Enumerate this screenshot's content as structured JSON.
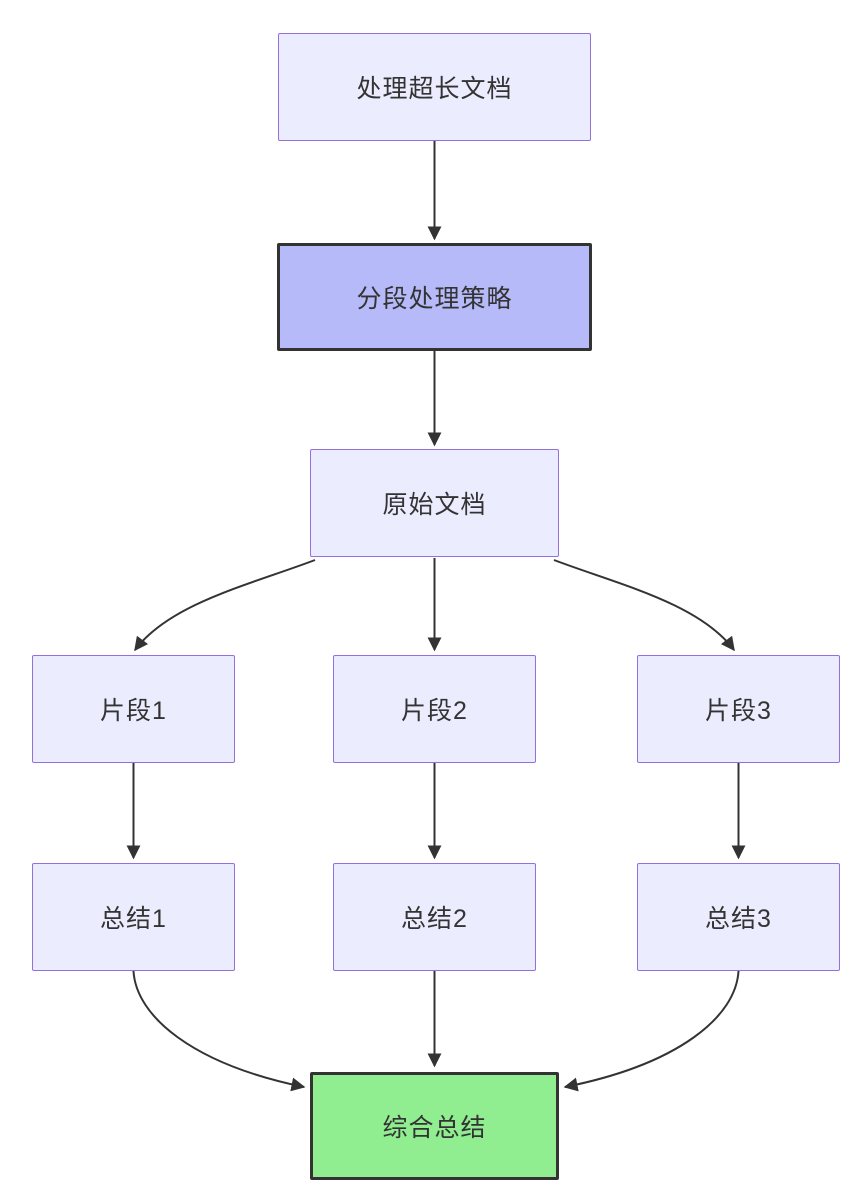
{
  "diagram": {
    "type": "flowchart",
    "direction": "top-down",
    "colors": {
      "canvas-bg": "#FFFFFF",
      "node-fill": "#ECECFF",
      "node-border": "#9370DB",
      "highlight-fill": "#B7BAF8",
      "highlight-border": "#333333",
      "success-fill": "#90EE90",
      "success-border": "#333333",
      "edge": "#333333",
      "text": "#333333"
    },
    "nodes": [
      {
        "id": "task",
        "label": "处理超长文档",
        "style": "default"
      },
      {
        "id": "strategy",
        "label": "分段处理策略",
        "style": "highlight"
      },
      {
        "id": "source",
        "label": "原始文档",
        "style": "default"
      },
      {
        "id": "chunk1",
        "label": "片段1",
        "style": "default"
      },
      {
        "id": "chunk2",
        "label": "片段2",
        "style": "default"
      },
      {
        "id": "chunk3",
        "label": "片段3",
        "style": "default"
      },
      {
        "id": "summary1",
        "label": "总结1",
        "style": "default"
      },
      {
        "id": "summary2",
        "label": "总结2",
        "style": "default"
      },
      {
        "id": "summary3",
        "label": "总结3",
        "style": "default"
      },
      {
        "id": "final",
        "label": "综合总结",
        "style": "success"
      }
    ],
    "edges": [
      {
        "from": "task",
        "to": "strategy"
      },
      {
        "from": "strategy",
        "to": "source"
      },
      {
        "from": "source",
        "to": "chunk1"
      },
      {
        "from": "source",
        "to": "chunk2"
      },
      {
        "from": "source",
        "to": "chunk3"
      },
      {
        "from": "chunk1",
        "to": "summary1"
      },
      {
        "from": "chunk2",
        "to": "summary2"
      },
      {
        "from": "chunk3",
        "to": "summary3"
      },
      {
        "from": "summary1",
        "to": "final"
      },
      {
        "from": "summary2",
        "to": "final"
      },
      {
        "from": "summary3",
        "to": "final"
      }
    ]
  }
}
